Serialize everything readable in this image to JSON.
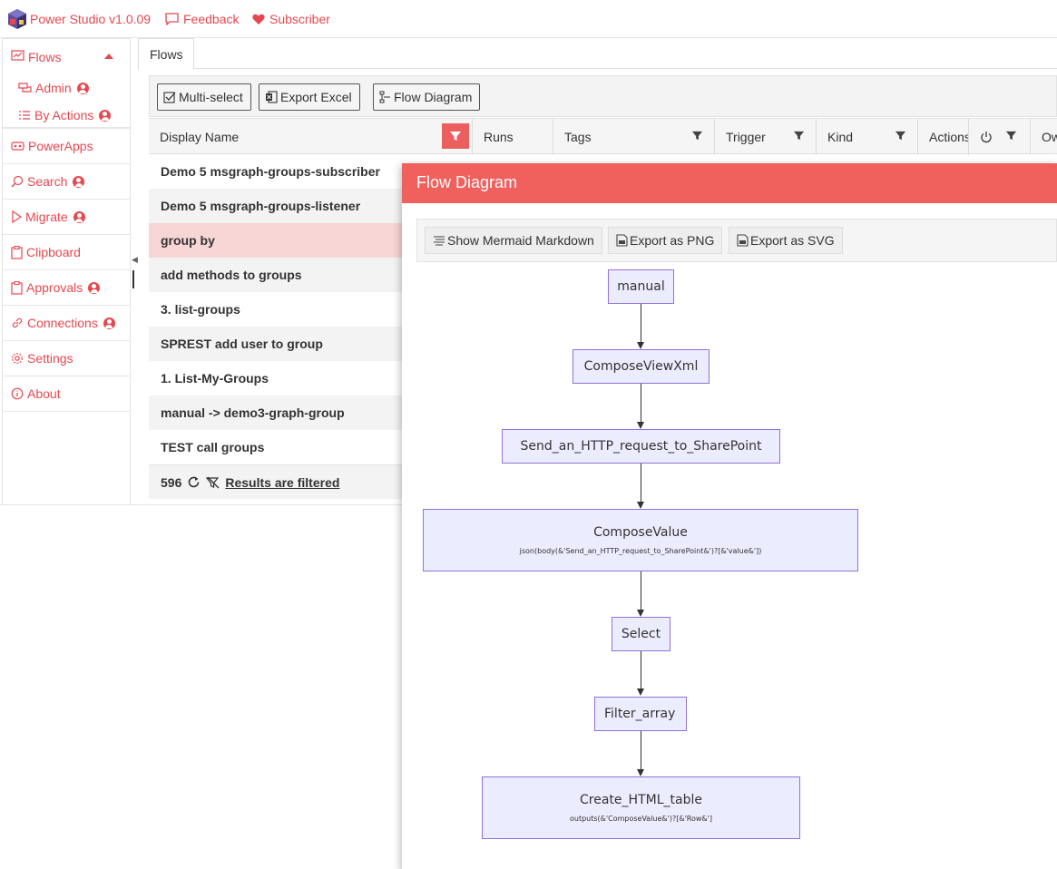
{
  "colors": {
    "accent": "#e8474f",
    "dialog_header": "#f0605d",
    "selected_row": "#f9d6d6",
    "node_fill": "#ececff",
    "node_border": "#9370db"
  },
  "topbar": {
    "app_title": "Power Studio v1.0.09",
    "feedback_label": "Feedback",
    "subscriber_label": "Subscriber"
  },
  "sidebar": {
    "flows": "Flows",
    "admin": "Admin",
    "by_actions": "By Actions",
    "powerapps": "PowerApps",
    "search": "Search",
    "migrate": "Migrate",
    "clipboard": "Clipboard",
    "approvals": "Approvals",
    "connections": "Connections",
    "settings": "Settings",
    "about": "About"
  },
  "main": {
    "tab_label": "Flows",
    "toolbar": {
      "multi_select": "Multi-select",
      "export_excel": "Export Excel",
      "flow_diagram": "Flow Diagram"
    },
    "columns": {
      "display_name": "Display Name",
      "runs": "Runs",
      "tags": "Tags",
      "trigger": "Trigger",
      "kind": "Kind",
      "actions": "Actions",
      "owner": "Ow"
    },
    "rows": [
      "Demo 5 msgraph-groups-subscriber",
      "Demo 5 msgraph-groups-listener",
      "group by",
      "add methods to groups",
      "3. list-groups",
      "SPREST add user to group",
      "1. List-My-Groups",
      "manual -> demo3-graph-group",
      "TEST call groups"
    ],
    "selected_row": "group by",
    "footer": {
      "count": "596",
      "filtered_label": " Results are filtered"
    }
  },
  "dialog": {
    "title": "Flow Diagram",
    "buttons": {
      "show_markdown": "Show Mermaid Markdown",
      "export_png": "Export as PNG",
      "export_svg": "Export as SVG"
    },
    "nodes": {
      "manual": "manual",
      "compose_view_xml": "ComposeViewXml",
      "send_http": "Send_an_HTTP_request_to_SharePoint",
      "compose_value": "ComposeValue",
      "compose_value_expr": "json(body(&'Send_an_HTTP_request_to_SharePoint&')?[&'value&'])",
      "select": "Select",
      "filter_array": "Filter_array",
      "create_html_table": "Create_HTML_table",
      "create_html_table_expr": "outputs(&'ComposeValue&')?[&'Row&']"
    }
  }
}
